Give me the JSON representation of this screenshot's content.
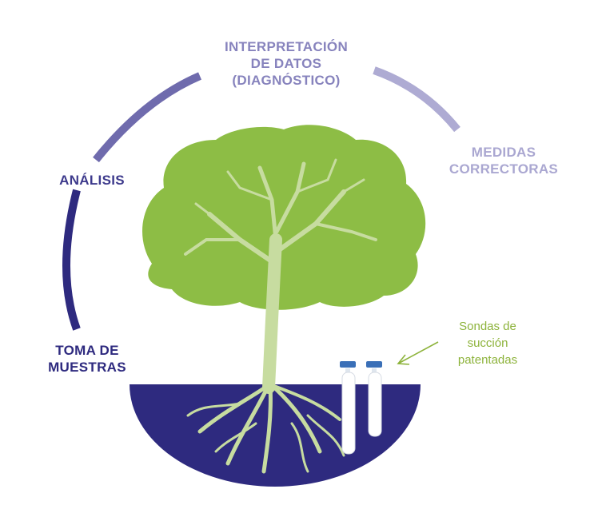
{
  "diagram": {
    "stages": [
      {
        "id": "toma",
        "lines": [
          "TOMA DE",
          "MUESTRAS"
        ],
        "color": "#2e2a7f"
      },
      {
        "id": "analisis",
        "lines": [
          "ANÁLISIS"
        ],
        "color": "#3d3a8c"
      },
      {
        "id": "interpretacion",
        "lines": [
          "INTERPRETACIÓN",
          "DE DATOS",
          "(DIAGNÓSTICO)"
        ],
        "color": "#8783bd"
      },
      {
        "id": "medidas",
        "lines": [
          "MEDIDAS",
          "CORRECTORAS"
        ],
        "color": "#aaa7d1"
      }
    ],
    "probe_callout": {
      "lines": [
        "Sondas de",
        "succión",
        "patentadas"
      ],
      "color": "#8db33b"
    },
    "colors": {
      "soil": "#2e2a7f",
      "foliage": "#8dbd45",
      "trunk": "#c7dca0",
      "probe": "#ffffff",
      "probe_cap": "#3a6fb7"
    }
  }
}
